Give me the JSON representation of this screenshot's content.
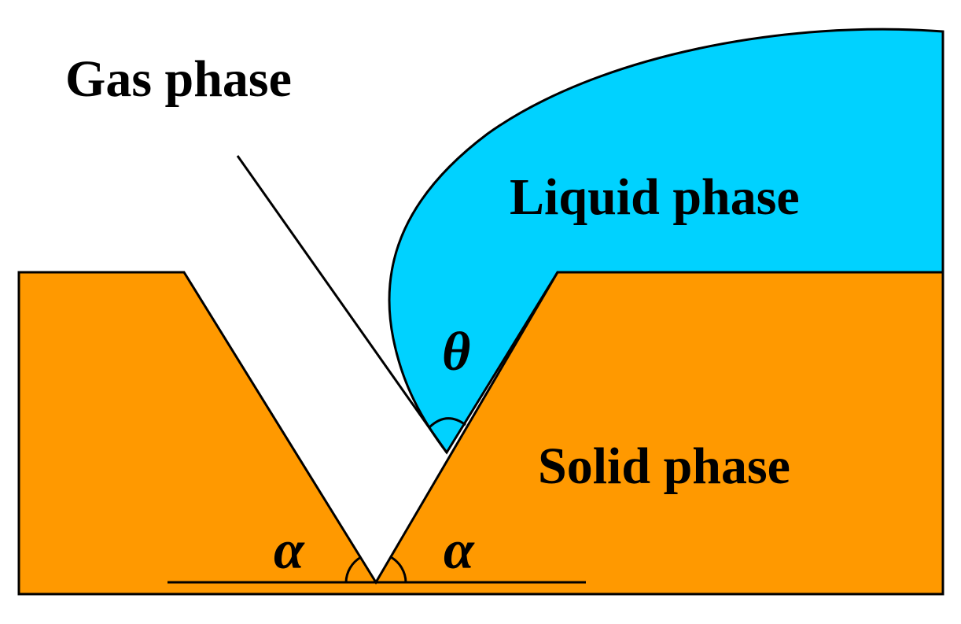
{
  "labels": {
    "gas": "Gas phase",
    "liquid": "Liquid phase",
    "solid": "Solid phase",
    "contact_angle": "θ",
    "groove_angle_left": "α",
    "groove_angle_right": "α"
  },
  "colors": {
    "solid": "#FF9900",
    "liquid": "#00D2FF",
    "gas": "#FFFFFF",
    "stroke": "#000000"
  }
}
